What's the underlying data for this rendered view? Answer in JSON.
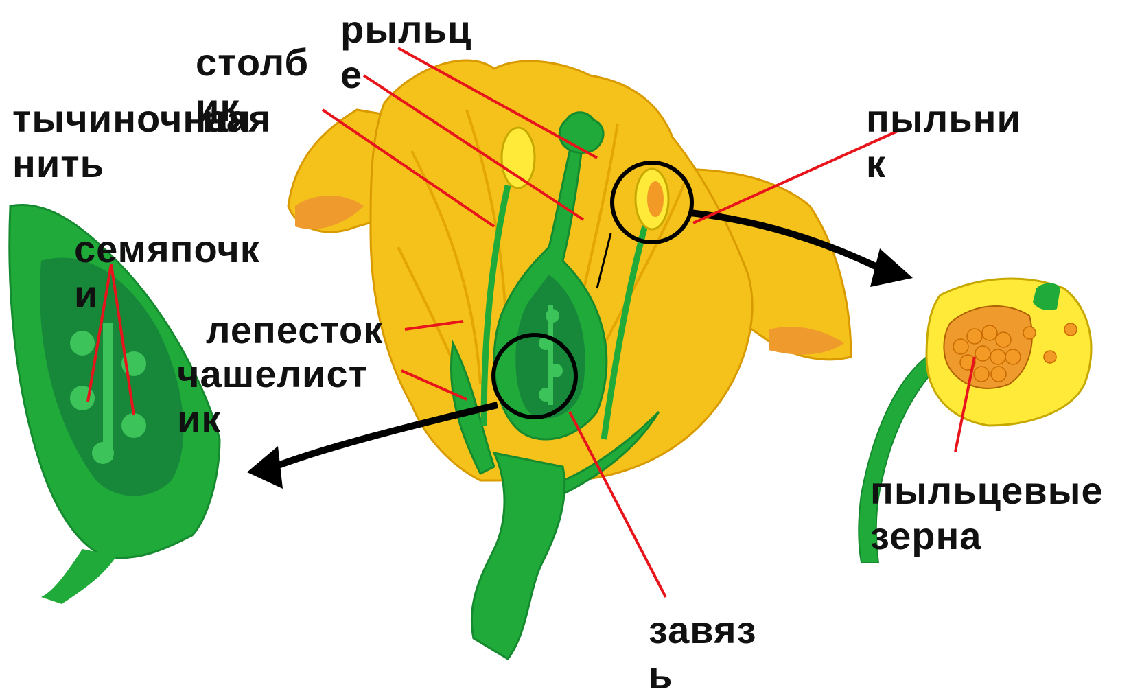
{
  "labels": {
    "stamen_filament": [
      "тычиночная",
      "нить"
    ],
    "stamen_overlap": "ная",
    "style": [
      "столб",
      "ик"
    ],
    "stigma": [
      "рыльц",
      "е"
    ],
    "anther": [
      "пыльни",
      "к"
    ],
    "ovules": [
      "семяпочк",
      "и"
    ],
    "petal": "лепесток",
    "sepal": [
      "чашелист",
      "ик"
    ],
    "ovary": [
      "завяз",
      "ь"
    ],
    "pollen_grains": [
      "пыльцевые",
      "зерна"
    ]
  },
  "colors": {
    "petal": "#f5c21b",
    "petal_edge": "#e6a400",
    "petal_inner": "#ee9a2d",
    "green": "#1faa3a",
    "green_dark": "#17883a",
    "green_light": "#3cc35a",
    "anther_yellow": "#ffea3a",
    "pollen": "#f39a26",
    "pointer": "#e8141b",
    "outline": "#000000"
  }
}
